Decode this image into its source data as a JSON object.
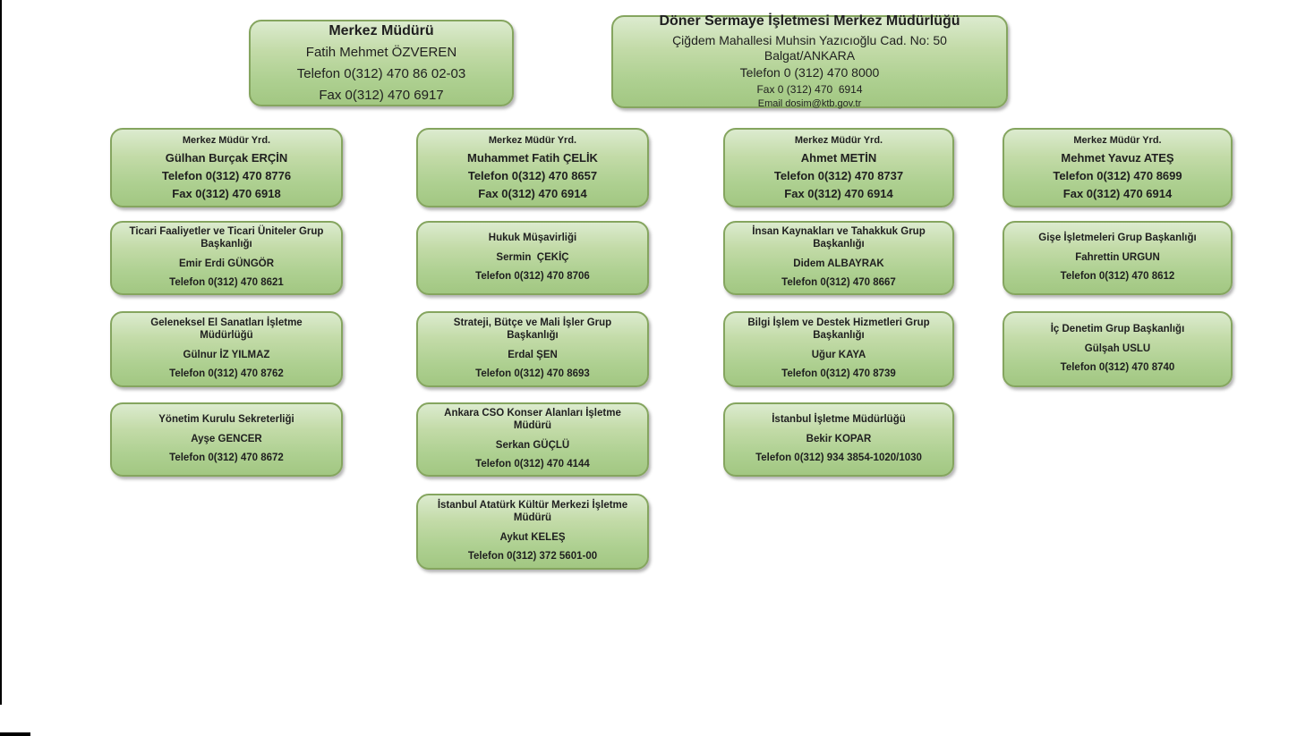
{
  "colors": {
    "box_fill_top": "#dcebcf",
    "box_fill_bottom": "#a2c782",
    "box_border": "#85a55f",
    "text": "#1f1f1f",
    "page_edge_line": "#000000",
    "background": "#ffffff"
  },
  "chart": {
    "director_box": {
      "title": "Merkez Müdürü",
      "name": "Fatih Mehmet ÖZVEREN",
      "phone": "Telefon 0(312) 470 86 02-03",
      "fax": "Fax 0(312) 470 6917"
    },
    "office_box": {
      "title": "Döner Sermaye İşletmesi Merkez Müdürlüğü",
      "address": "Çiğdem Mahallesi Muhsin Yazıcıoğlu Cad. No: 50 Balgat/ANKARA",
      "phone": "Telefon 0 (312) 470 8000",
      "fax": "Fax 0 (312) 470  6914",
      "email": "Email dosim@ktb.gov.tr"
    },
    "deputy_boxes": [
      {
        "title": "Merkez Müdür Yrd.",
        "name": "Gülhan Burçak ERÇİN",
        "phone": "Telefon 0(312) 470 8776",
        "fax": "Fax 0(312) 470 6918"
      },
      {
        "title": "Merkez Müdür Yrd.",
        "name": "Muhammet Fatih ÇELİK",
        "phone": "Telefon 0(312) 470 8657",
        "fax": "Fax 0(312) 470 6914"
      },
      {
        "title": "Merkez Müdür Yrd.",
        "name": "Ahmet METİN",
        "phone": "Telefon 0(312) 470 8737",
        "fax": "Fax 0(312) 470 6914"
      },
      {
        "title": "Merkez Müdür Yrd.",
        "name": "Mehmet Yavuz ATEŞ",
        "phone": "Telefon 0(312) 470 8699",
        "fax": "Fax 0(312) 470 6914"
      }
    ],
    "unit_boxes": [
      {
        "title": "Ticari Faaliyetler ve Ticari Üniteler Grup Başkanlığı",
        "name": "Emir Erdi GÜNGÖR",
        "phone": "Telefon 0(312) 470 8621"
      },
      {
        "title": "Hukuk Müşavirliği",
        "name": "Sermin  ÇEKİÇ",
        "phone": "Telefon 0(312) 470 8706"
      },
      {
        "title": "İnsan Kaynakları ve Tahakkuk Grup Başkanlığı",
        "name": "Didem ALBAYRAK",
        "phone": "Telefon 0(312) 470 8667"
      },
      {
        "title": "Gişe İşletmeleri Grup Başkanlığı",
        "name": "Fahrettin URGUN",
        "phone": "Telefon 0(312) 470 8612"
      },
      {
        "title": "Geleneksel El Sanatları İşletme Müdürlüğü",
        "name": "Gülnur İZ YILMAZ",
        "phone": "Telefon 0(312) 470 8762"
      },
      {
        "title": "Strateji, Bütçe ve Mali İşler Grup Başkanlığı",
        "name": "Erdal ŞEN",
        "phone": "Telefon 0(312) 470 8693"
      },
      {
        "title": "Bilgi İşlem ve Destek Hizmetleri Grup Başkanlığı",
        "name": "Uğur KAYA",
        "phone": "Telefon 0(312) 470 8739"
      },
      {
        "title": "İç Denetim Grup Başkanlığı",
        "name": "Gülşah USLU",
        "phone": "Telefon 0(312) 470 8740"
      },
      {
        "title": "Yönetim Kurulu Sekreterliği",
        "name": "Ayşe GENCER",
        "phone": "Telefon 0(312) 470 8672"
      },
      {
        "title": "Ankara CSO Konser Alanları İşletme Müdürü",
        "name": "Serkan GÜÇLÜ",
        "phone": "Telefon 0(312) 470 4144"
      },
      {
        "title": "İstanbul İşletme Müdürlüğü",
        "name": "Bekir KOPAR",
        "phone": "Telefon 0(312) 934 3854-1020/1030"
      },
      {
        "title": "İstanbul Atatürk Kültür Merkezi İşletme Müdürü",
        "name": "Aykut KELEŞ",
        "phone": "Telefon 0(312) 372 5601-00"
      }
    ]
  }
}
